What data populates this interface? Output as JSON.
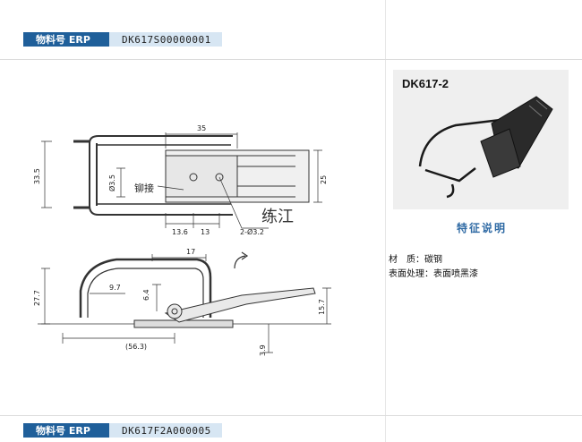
{
  "erp_top": {
    "label": "物料号 ERP",
    "code": "DK617S00000001"
  },
  "erp_bottom": {
    "label": "物料号 ERP",
    "code": "DK617F2A000005"
  },
  "product": {
    "model": "DK617-2"
  },
  "features": {
    "title": "特征说明",
    "material_label": "材　质：",
    "material_value": "碳钢",
    "surface_label": "表面处理：",
    "surface_value": "表面喷黑漆"
  },
  "drawing": {
    "dims": {
      "d35": "35",
      "d33_5": "33.5",
      "d3_5": "Ø3.5",
      "d25": "25",
      "d13_6": "13.6",
      "d13": "13",
      "d2_3_2": "2-Ø3.2",
      "d17": "17",
      "d9_7": "9.7",
      "d6_4": "6.4",
      "d27_7": "27.7",
      "d15_7": "15.7",
      "d56_3": "(56.3)",
      "d3_9": "3.9"
    },
    "rivet_label": "铆接",
    "watermark": "练江"
  }
}
